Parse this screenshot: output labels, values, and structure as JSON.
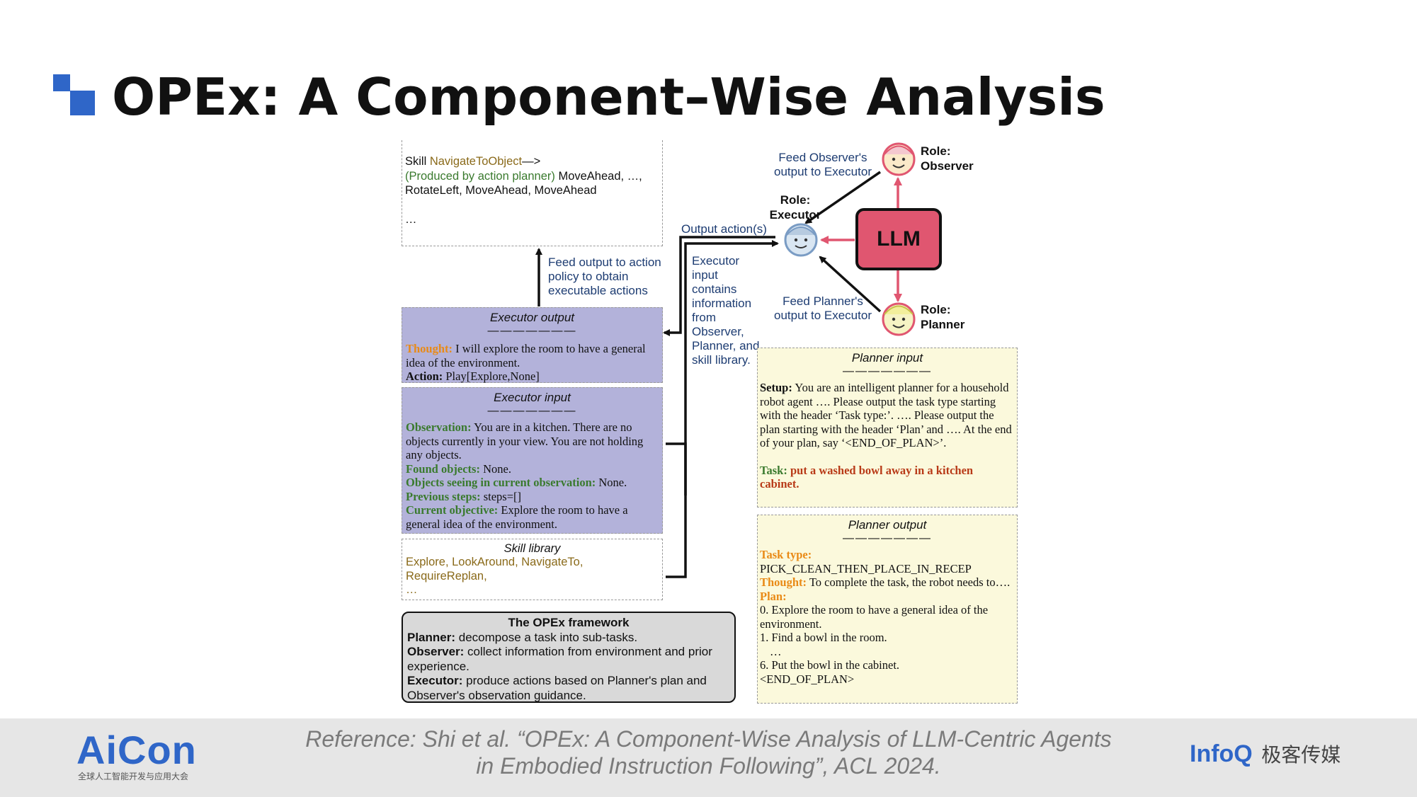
{
  "slide": {
    "title": "OPEx: A Component–Wise Analysis"
  },
  "diagram": {
    "skill_box": {
      "line1_prefix": "Skill ",
      "line1_skill": "NavigateToObject",
      "line1_arrow": "—>",
      "line2_note": "(Produced by action planner)",
      "line2_rest": " MoveAhead,  …,",
      "line3": "RotateLeft, MoveAhead, MoveAhead",
      "line4": "…"
    },
    "feed_action_policy": "Feed output to action policy to obtain executable actions",
    "executor_output": {
      "header": "Executor output",
      "dashes": "———————",
      "thought_label": "Thought:",
      "thought_text": " I will explore the room to have a general idea of the environment.",
      "action_label": "Action:",
      "action_text": " Play[Explore,None]"
    },
    "executor_input": {
      "header": "Executor input",
      "dashes": "———————",
      "obs_label": "Observation:",
      "obs_text": " You are in a kitchen. There are no objects currently in your view. You are not holding any objects.",
      "found_label": "Found objects:",
      "found_text": " None.",
      "seeing_label": "Objects seeing in current observation:",
      "seeing_text": " None.",
      "prev_label": "Previous steps:",
      "prev_text": " steps=[]",
      "cur_label": "Current objective:",
      "cur_text": " Explore the room to have a general idea of the environment."
    },
    "skill_library": {
      "header": "Skill library",
      "line1": "Explore, LookAround, NavigateTo,",
      "line2": "RequireReplan,",
      "line3": "…"
    },
    "framework": {
      "header": "The OPEx framework",
      "planner_label": "Planner:",
      "planner_text": " decompose a task into sub-tasks.",
      "observer_label": "Observer:",
      "observer_text": " collect information from environment and prior experience.",
      "executor_label": "Executor:",
      "executor_text": " produce actions based on Planner's plan and Observer's observation guidance."
    },
    "output_actions": "Output action(s)",
    "executor_input_note": "Executor input contains information from Observer, Planner, and skill library.",
    "feed_observer": "Feed Observer's output to Executor",
    "feed_planner": "Feed Planner's output to Executor",
    "role_observer": "Role: Observer",
    "role_executor": "Role: Executor",
    "role_planner": "Role: Planner",
    "llm": "LLM",
    "planner_input": {
      "header": "Planner input",
      "dashes": "———————",
      "setup_label": "Setup:",
      "setup_text": " You are an intelligent planner for a household robot agent …. Please output the task type starting with the header ‘Task type:’. …. Please output the plan starting with the header ‘Plan’ and …. At the end of your plan, say ‘<END_OF_PLAN>’.",
      "task_label": "Task:",
      "task_text": " put a washed bowl away in a kitchen cabinet."
    },
    "planner_output": {
      "header": "Planner output",
      "dashes": "———————",
      "tasktype_label": "Task type:",
      "tasktype_text": "PICK_CLEAN_THEN_PLACE_IN_RECEP",
      "thought_label": "Thought:",
      "thought_text": " To complete the task, the robot needs to….",
      "plan_label": "Plan:",
      "plan0": "0. Explore the room to have a general idea of the environment.",
      "plan1": "1. Find a bowl in the room.",
      "plan_dots": "…",
      "plan6": "6. Put the bowl in the cabinet.",
      "plan_end": "<END_OF_PLAN>"
    }
  },
  "footer": {
    "brand": "AiCon",
    "brand_sub": "全球人工智能开发与应用大会",
    "reference_line1": "Reference: Shi et al. “OPEx: A Component-Wise Analysis of LLM-Centric Agents",
    "reference_line2": "in Embodied Instruction Following”, ACL 2024.",
    "infoq": "InfoQ",
    "geek": "极客传媒"
  },
  "colors": {
    "accent_blue": "#2f66c8",
    "llm_fill": "#e05670",
    "arrow_pink": "#e05670",
    "purple_box": "#b3b2da",
    "yellow_box": "#fbf9dc",
    "label_blue": "#1d3c72",
    "green_label": "#3a7a2e",
    "orange_label": "#e98a16"
  }
}
